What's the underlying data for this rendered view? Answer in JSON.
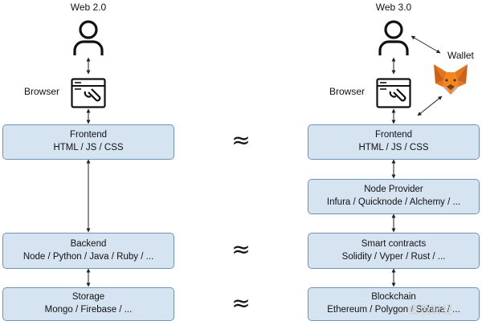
{
  "web2": {
    "title": "Web 2.0",
    "browser_label": "Browser",
    "frontend": {
      "title": "Frontend",
      "subtitle": "HTML / JS / CSS"
    },
    "backend": {
      "title": "Backend",
      "subtitle": "Node / Python / Java / Ruby / ..."
    },
    "storage": {
      "title": "Storage",
      "subtitle": "Mongo / Firebase / ..."
    }
  },
  "web3": {
    "title": "Web 3.0",
    "browser_label": "Browser",
    "wallet_label": "Wallet",
    "frontend": {
      "title": "Frontend",
      "subtitle": "HTML / JS / CSS"
    },
    "node_provider": {
      "title": "Node Provider",
      "subtitle": "Infura / Quicknode / Alchemy / ..."
    },
    "smart_contracts": {
      "title": "Smart contracts",
      "subtitle": "Solidity / Vyper / Rust / ..."
    },
    "blockchain": {
      "title": "Blockchain",
      "subtitle": "Ethereum / Polygon / Solana / ..."
    }
  },
  "approx_symbol": "≈",
  "watermark": "金色财经",
  "icons": [
    "user-icon",
    "browser-icon",
    "metamask-fox-icon"
  ]
}
